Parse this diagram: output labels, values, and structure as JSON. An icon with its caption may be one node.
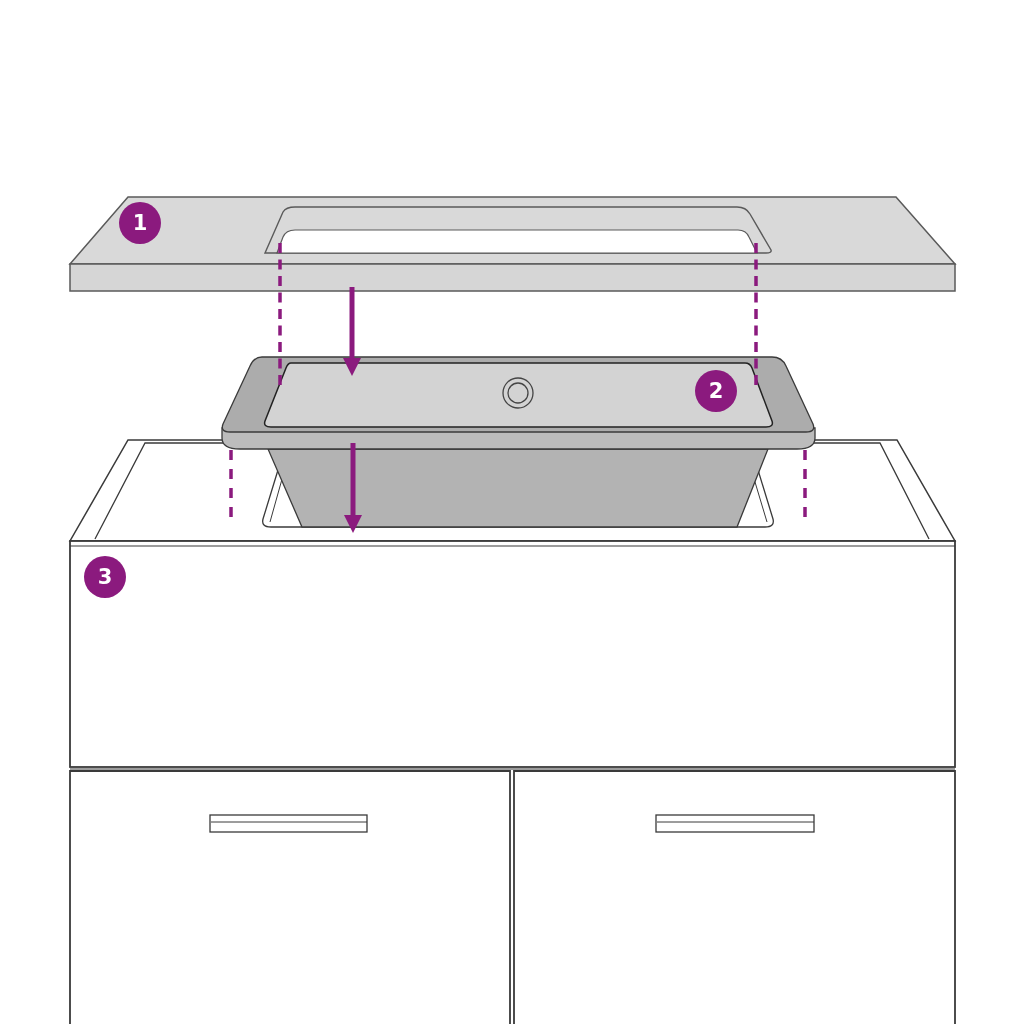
{
  "diagram": {
    "nodes": [
      {
        "text": [],
        "shape": "picture"
      },
      {
        "text": [],
        "shape": "picture"
      },
      {
        "text": [],
        "shape": "picture"
      }
    ],
    "edges": [
      {
        "from": 0,
        "to": 1,
        "arrow": "none",
        "style": "dashed"
      },
      {
        "from": 0,
        "to": 1,
        "arrow": "none",
        "style": "dashed"
      },
      {
        "from": 0,
        "to": 1,
        "arrow": "to"
      },
      {
        "from": 1,
        "to": 2,
        "arrow": "to"
      },
      {
        "from": 1,
        "to": 2,
        "arrow": "none",
        "style": "dashed"
      },
      {
        "from": 1,
        "to": 2,
        "arrow": "none",
        "style": "dashed"
      }
    ],
    "labels": [
      "1",
      "2",
      "3"
    ]
  }
}
